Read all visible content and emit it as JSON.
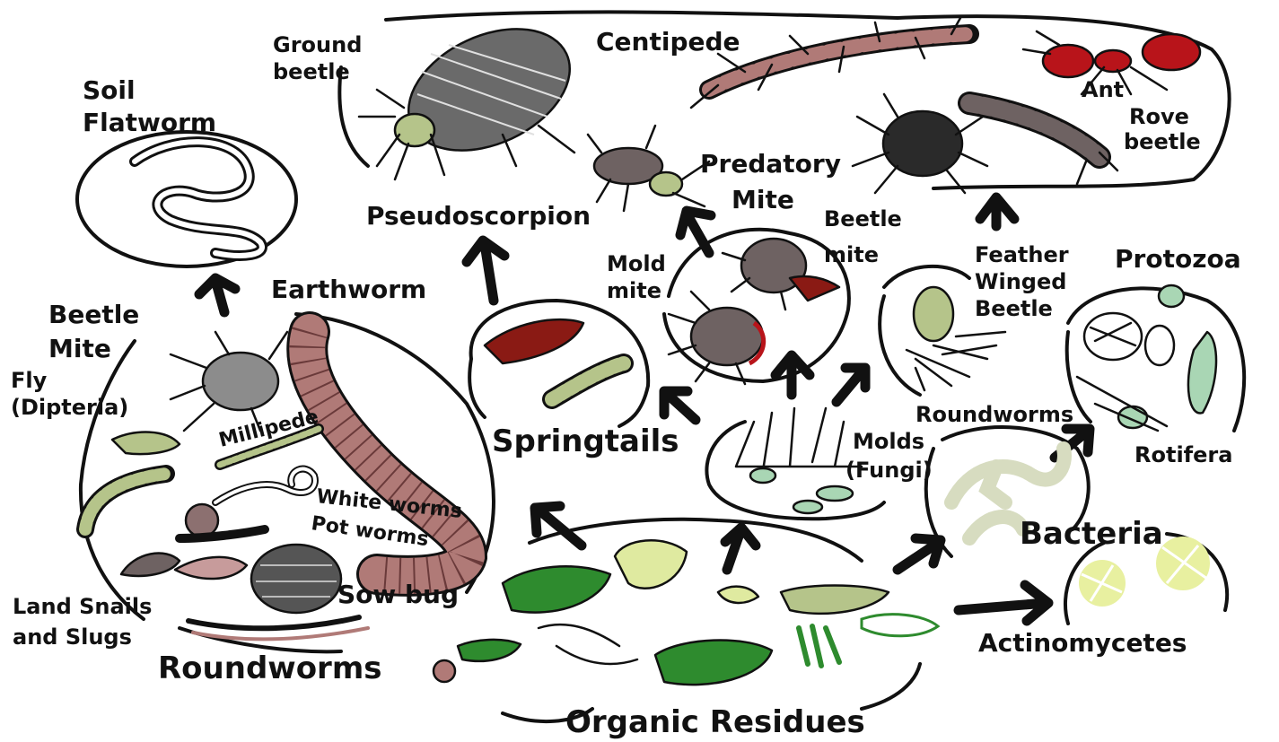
{
  "labels": {
    "soil_flatworm_1": "Soil",
    "soil_flatworm_2": "Flatworm",
    "ground_beetle_1": "Ground",
    "ground_beetle_2": "beetle",
    "centipede": "Centipede",
    "ant": "Ant",
    "rove_beetle_1": "Rove",
    "rove_beetle_2": "beetle",
    "predatory_mite_1": "Predatory",
    "predatory_mite_2": "Mite",
    "pseudoscorpion": "Pseudoscorpion",
    "beetle_mite_top_1": "Beetle",
    "beetle_mite_top_2": "mite",
    "mold_mite_1": "Mold",
    "mold_mite_2": "mite",
    "feather_winged_beetle_1": "Feather",
    "feather_winged_beetle_2": "Winged",
    "feather_winged_beetle_3": "Beetle",
    "protozoa": "Protozoa",
    "earthworm": "Earthworm",
    "beetle_mite_left_1": "Beetle",
    "beetle_mite_left_2": "Mite",
    "fly_1": "Fly",
    "fly_2": "(Dipteria)",
    "millipede": "Millipede",
    "white_worms": "White worms",
    "pot_worms": "Pot worms",
    "springtails": "Springtails",
    "roundworms_right": "Roundworms",
    "rotifera": "Rotifera",
    "molds_1": "Molds",
    "molds_2": "(Fungi)",
    "bacteria": "Bacteria",
    "actinomycetes": "Actinomycetes",
    "sow_bug": "Sow bug",
    "land_snails_1": "Land Snails",
    "land_snails_2": "and Slugs",
    "roundworms_left": "Roundworms",
    "organic_residues": "Organic Residues"
  },
  "colors": {
    "ink": "#111111",
    "earthworm": "#b07a77",
    "ant": "#b8141a",
    "springtail_red": "#8a1a14",
    "flatworm_fill": "#ffffff",
    "beetle_mite_grey": "#8c8c8c",
    "fly_green": "#b5c48a",
    "leaf_green": "#2e8b2e",
    "bacteria_pale": "#d7dcc0",
    "actino_pale": "#e8f0a0",
    "mite_brown": "#6e6262",
    "snail_pink": "#c79b9b",
    "protozoa_green": "#a9d6b4"
  }
}
